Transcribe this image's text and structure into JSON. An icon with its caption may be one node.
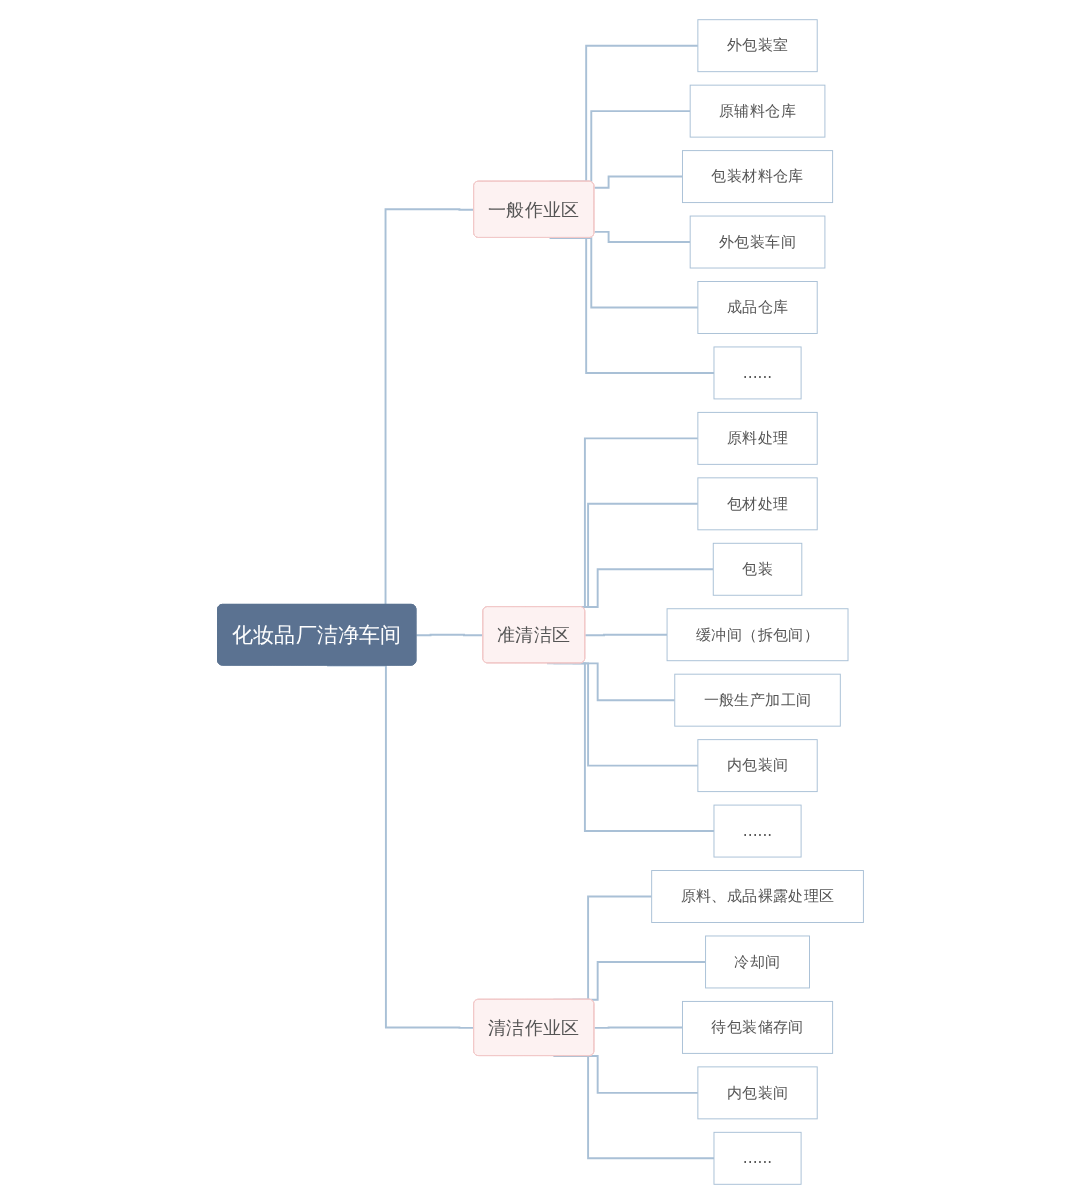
{
  "diagram": {
    "nodes": [
      {
        "text": [
          "化妆品厂洁净车间"
        ]
      },
      {
        "text": [
          "一般作业区"
        ]
      },
      {
        "text": [
          "外包装室"
        ]
      },
      {
        "text": [
          "原辅料仓库"
        ]
      },
      {
        "text": [
          "包装材料仓库"
        ]
      },
      {
        "text": [
          "外包装车间"
        ]
      },
      {
        "text": [
          "成品仓库"
        ]
      },
      {
        "text": [
          "......"
        ]
      },
      {
        "text": [
          "准清洁区"
        ]
      },
      {
        "text": [
          "原料处理"
        ]
      },
      {
        "text": [
          "包材处理"
        ]
      },
      {
        "text": [
          "包装"
        ]
      },
      {
        "text": [
          "缓冲间（拆包间）"
        ]
      },
      {
        "text": [
          "一般生产加工间"
        ]
      },
      {
        "text": [
          "内包装间"
        ]
      },
      {
        "text": [
          "......"
        ]
      },
      {
        "text": [
          "清洁作业区"
        ]
      },
      {
        "text": [
          "原料、成品裸露处理区"
        ]
      },
      {
        "text": [
          "冷却间"
        ]
      },
      {
        "text": [
          "待包装储存间"
        ]
      },
      {
        "text": [
          "内包装间"
        ]
      },
      {
        "text": [
          "......"
        ]
      }
    ],
    "edges": [
      {
        "from": 0,
        "to": 1,
        "arrow": "none"
      },
      {
        "from": 0,
        "to": 8,
        "arrow": "none"
      },
      {
        "from": 0,
        "to": 16,
        "arrow": "none"
      },
      {
        "from": 1,
        "to": 2,
        "arrow": "none"
      },
      {
        "from": 1,
        "to": 3,
        "arrow": "none"
      },
      {
        "from": 1,
        "to": 4,
        "arrow": "none"
      },
      {
        "from": 1,
        "to": 5,
        "arrow": "none"
      },
      {
        "from": 1,
        "to": 6,
        "arrow": "none"
      },
      {
        "from": 1,
        "to": 7,
        "arrow": "none"
      },
      {
        "from": 8,
        "to": 9,
        "arrow": "none"
      },
      {
        "from": 8,
        "to": 10,
        "arrow": "none"
      },
      {
        "from": 8,
        "to": 11,
        "arrow": "none"
      },
      {
        "from": 8,
        "to": 12,
        "arrow": "none"
      },
      {
        "from": 8,
        "to": 13,
        "arrow": "none"
      },
      {
        "from": 8,
        "to": 14,
        "arrow": "none"
      },
      {
        "from": 8,
        "to": 15,
        "arrow": "none"
      },
      {
        "from": 16,
        "to": 17,
        "arrow": "none"
      },
      {
        "from": 16,
        "to": 18,
        "arrow": "none"
      },
      {
        "from": 16,
        "to": 19,
        "arrow": "none"
      },
      {
        "from": 16,
        "to": 20,
        "arrow": "none"
      },
      {
        "from": 16,
        "to": 21,
        "arrow": "none"
      }
    ]
  }
}
